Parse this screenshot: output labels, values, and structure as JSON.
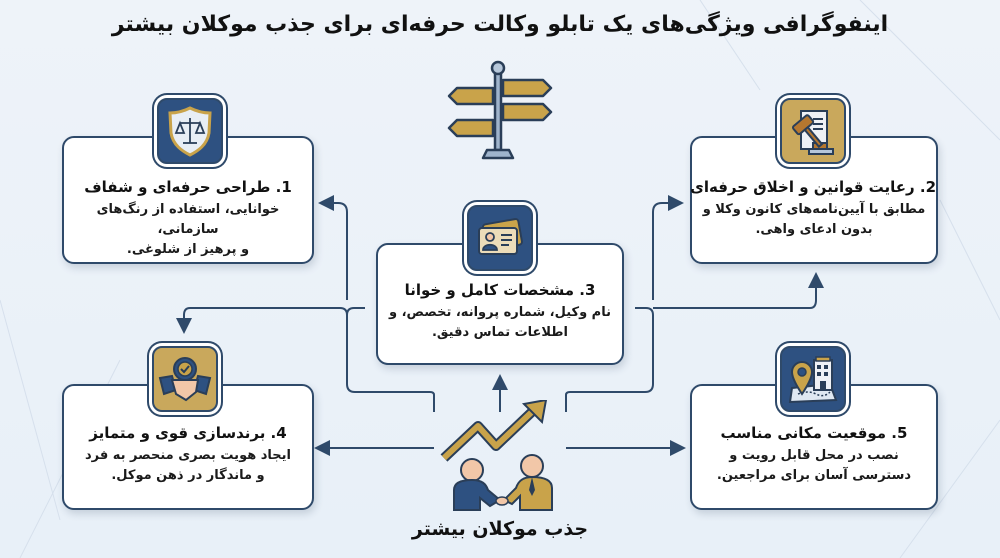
{
  "title": "اینفوگرافی ویژگی‌های یک تابلو وکالت حرفه‌ای برای جذب موکلان بیشتر",
  "top_icon": "signpost-icon",
  "center": {
    "label": "جذب موکلان بیشتر",
    "icon": "handshake-growth-icon"
  },
  "cards": [
    {
      "number": "1",
      "heading": "1. طراحی حرفه‌ای و شفاف",
      "lines": [
        "خوانایی، استفاده از رنگ‌های سازمانی،",
        "و پرهیز از شلوغی."
      ],
      "icon": "shield-scales-icon",
      "badge_color": "#2e5181"
    },
    {
      "number": "2",
      "heading": "2. رعایت قوانین و اخلاق حرفه‌ای",
      "lines": [
        "مطابق با آیین‌نامه‌های کانون وکلا و",
        "بدون ادعای واهی."
      ],
      "icon": "gavel-document-icon",
      "badge_color": "#c9a85c"
    },
    {
      "number": "3",
      "heading": "3. مشخصات کامل و خوانا",
      "lines": [
        "نام وکیل، شماره پروانه، تخصص، و",
        "اطلاعات تماس دقیق."
      ],
      "icon": "id-card-icon",
      "badge_color": "#2e5181"
    },
    {
      "number": "4",
      "heading": "4. برندسازی قوی و متمایز",
      "lines": [
        "ایجاد هویت بصری منحصر به فرد",
        "و ماندگار در ذهن موکل."
      ],
      "icon": "handshake-badge-icon",
      "badge_color": "#c9a85c"
    },
    {
      "number": "5",
      "heading": "5. موقعیت مکانی مناسب",
      "lines": [
        "نصب در محل قابل رویت و",
        "دسترسی آسان برای مراجعین."
      ],
      "icon": "location-building-icon",
      "badge_color": "#2e5181"
    }
  ],
  "colors": {
    "navy": "#2f4a6a",
    "badge_blue": "#2e5181",
    "gold": "#c9a85c",
    "background": "#eef3f9"
  }
}
